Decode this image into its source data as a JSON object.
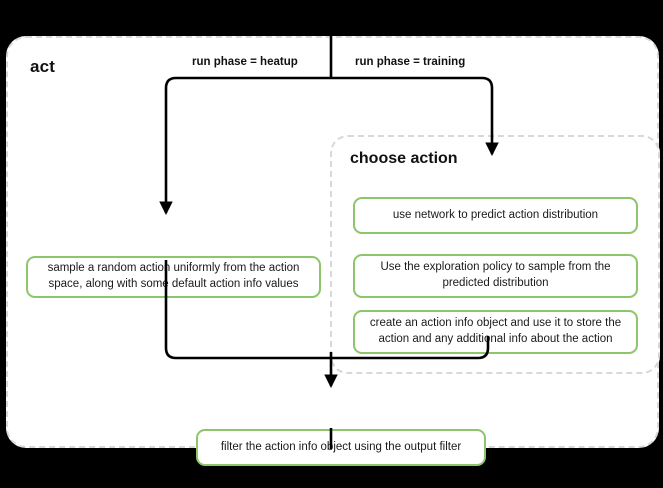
{
  "diagram": {
    "title": "act",
    "subgroup_title": "choose action",
    "background_color": "#000000",
    "canvas_color": "#ffffff",
    "box_border_color": "#8cc56a",
    "group_border_color": "#d8d8d8",
    "connector_color": "#000000"
  },
  "edges": {
    "heatup_label": "run phase = heatup",
    "training_label": "run phase = training"
  },
  "boxes": {
    "sample": "sample a random action uniformly from the action space, along with some default action info values",
    "predict": "use network to predict action distribution",
    "explore": "Use the exploration policy to sample from the predicted distribution",
    "create": "create an action info object and use it to store the action and any additional info about the action",
    "filter": "filter the action info object using the output filter"
  }
}
